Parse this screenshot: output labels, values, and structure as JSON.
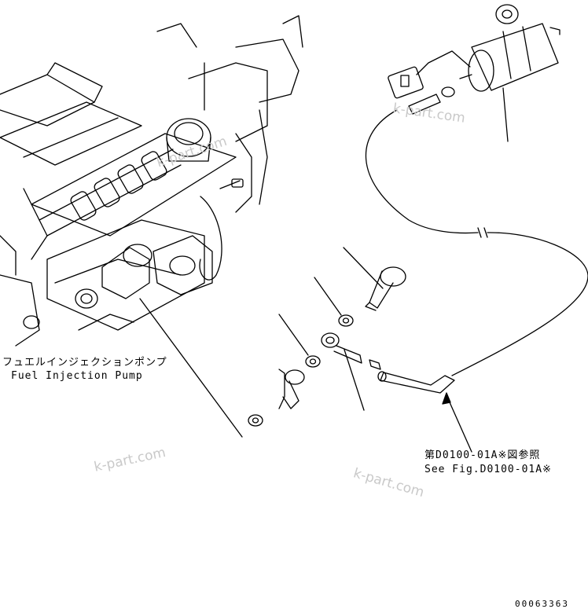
{
  "labels": {
    "pump_jp": "フュエルインジェクションポンプ",
    "pump_en": "Fuel Injection Pump",
    "ref_jp": "第D0100-01A※図参照",
    "ref_en": "See Fig.D0100-01A※"
  },
  "watermark": "k-part.com",
  "doc_number": "00063363",
  "colors": {
    "line": "#000000",
    "watermark": "#c9c9c9"
  }
}
